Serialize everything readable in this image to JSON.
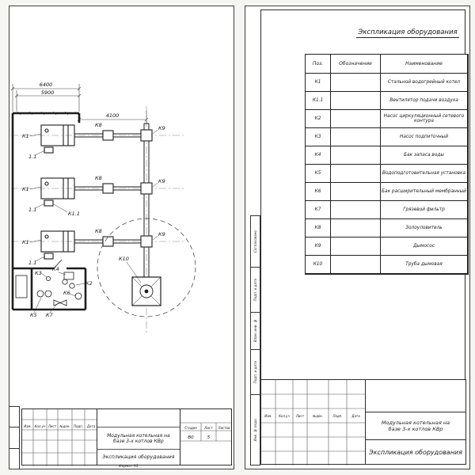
{
  "page": {
    "bg_color": "#f5f5f1",
    "line_color": "#2b2b2b"
  },
  "left_sheet": {
    "drawing": {
      "dim_width_outer": "6400",
      "dim_width_inner": "5900",
      "dim_flue_run": "4100",
      "label_k1": "К1",
      "label_k1_sub": "1.1",
      "label_k1_fan": "К1.1",
      "label_k2": "К2",
      "label_k3": "К3",
      "label_k4": "К4",
      "label_k5": "К5",
      "label_k6": "К6",
      "label_k7": "К7",
      "label_k8": "К8",
      "label_k9": "К9",
      "label_k10": "К10"
    },
    "title_block": {
      "change_cols": [
        "Изм.",
        "Кол.уч",
        "Лист",
        "№док.",
        "Подп.",
        "Дата"
      ],
      "project_line1": "Модульная котельная на",
      "project_line2": "базе 3-х котлов КВр",
      "doc_title": "Экспликация оборудования",
      "stage_label": "Стадия",
      "sheet_label": "Лист",
      "sheets_label": "Листов",
      "stage_value": "В0",
      "sheet_value": "5",
      "format_note": "Формат  А3"
    }
  },
  "right_sheet": {
    "title": "Экспликация оборудования",
    "table": {
      "headers": [
        "Поз.",
        "Обозначение",
        "Наименование"
      ],
      "rows": [
        {
          "pos": "К1",
          "designation": "",
          "name": "Стальной водогрейный котел"
        },
        {
          "pos": "К1.1",
          "designation": "",
          "name": "Вентилятор подачи воздуха"
        },
        {
          "pos": "К2",
          "designation": "",
          "name": "Насос циркуляционный сетевого контура"
        },
        {
          "pos": "К3",
          "designation": "",
          "name": "Насос подпиточный"
        },
        {
          "pos": "К4",
          "designation": "",
          "name": "Бак запаса воды"
        },
        {
          "pos": "К5",
          "designation": "",
          "name": "Водоподготовительная установка"
        },
        {
          "pos": "К6",
          "designation": "",
          "name": "Бак расширительный мембранный"
        },
        {
          "pos": "К7",
          "designation": "",
          "name": "Грязевой фильтр"
        },
        {
          "pos": "К8",
          "designation": "",
          "name": "Золоуловитель"
        },
        {
          "pos": "К9",
          "designation": "",
          "name": "Дымосос"
        },
        {
          "pos": "К10",
          "designation": "",
          "name": "Труба дымовая"
        }
      ]
    },
    "margin_labels": [
      "Согласовано",
      "Подп. и дата",
      "Взам. инв. №",
      "Подп. и дата",
      "Инв. № подл."
    ],
    "title_block": {
      "change_cols": [
        "Изм.",
        "Кол.уч",
        "Лист",
        "№док.",
        "Подп.",
        "Дата"
      ],
      "project_line1": "Модульная котельная на",
      "project_line2": "базе 3-х котлов КВр",
      "doc_title": "Экспликация оборудования"
    }
  }
}
